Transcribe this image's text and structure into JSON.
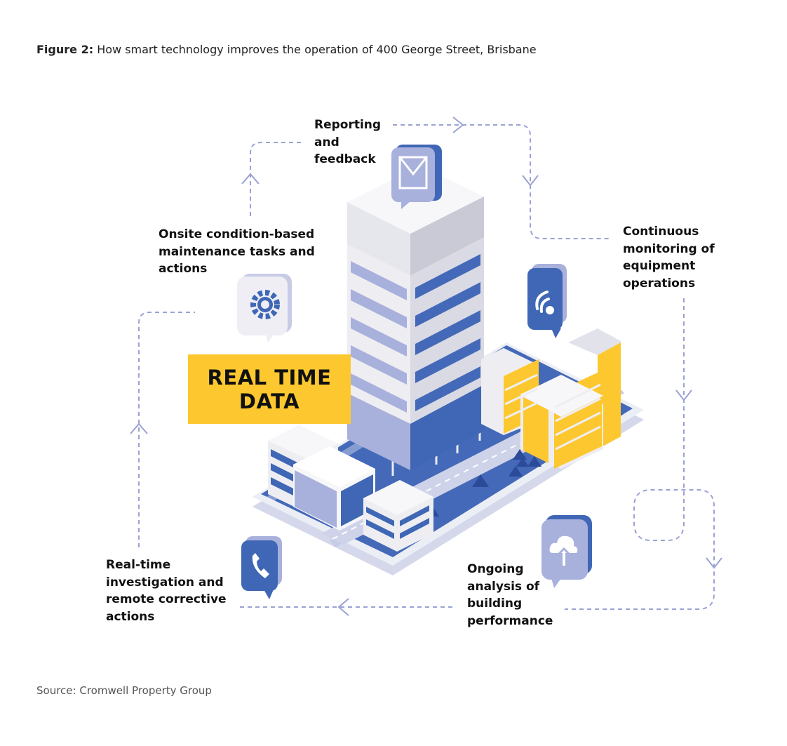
{
  "caption": {
    "label": "Figure 2:",
    "text": "How smart technology improves the operation of 400 George Street, Brisbane"
  },
  "steps": {
    "reporting": [
      "Reporting",
      "and",
      "feedback"
    ],
    "monitoring": [
      "Continuous",
      "monitoring of",
      "equipment",
      "operations"
    ],
    "analysis": [
      "Ongoing",
      "analysis of",
      "building",
      "performance"
    ],
    "investigation": [
      "Real-time",
      "investigation and",
      "remote corrective",
      "actions"
    ],
    "maintenance": [
      "Onsite condition-based",
      "maintenance tasks and",
      "actions"
    ]
  },
  "center": {
    "line1": "REAL TIME",
    "line2": "DATA"
  },
  "source": "Source: Cromwell Property Group",
  "icons": {
    "reporting": "envelope-icon",
    "monitoring": "wifi-icon",
    "analysis": "cloud-upload-icon",
    "investigation": "phone-icon",
    "maintenance": "gear-icon"
  },
  "colors": {
    "blue_dark": "#3f67b5",
    "blue_light": "#a8b0dc",
    "yellow": "#fdc82f",
    "gray_light": "#f0f0f3",
    "arrow": "#9aa2d3"
  }
}
